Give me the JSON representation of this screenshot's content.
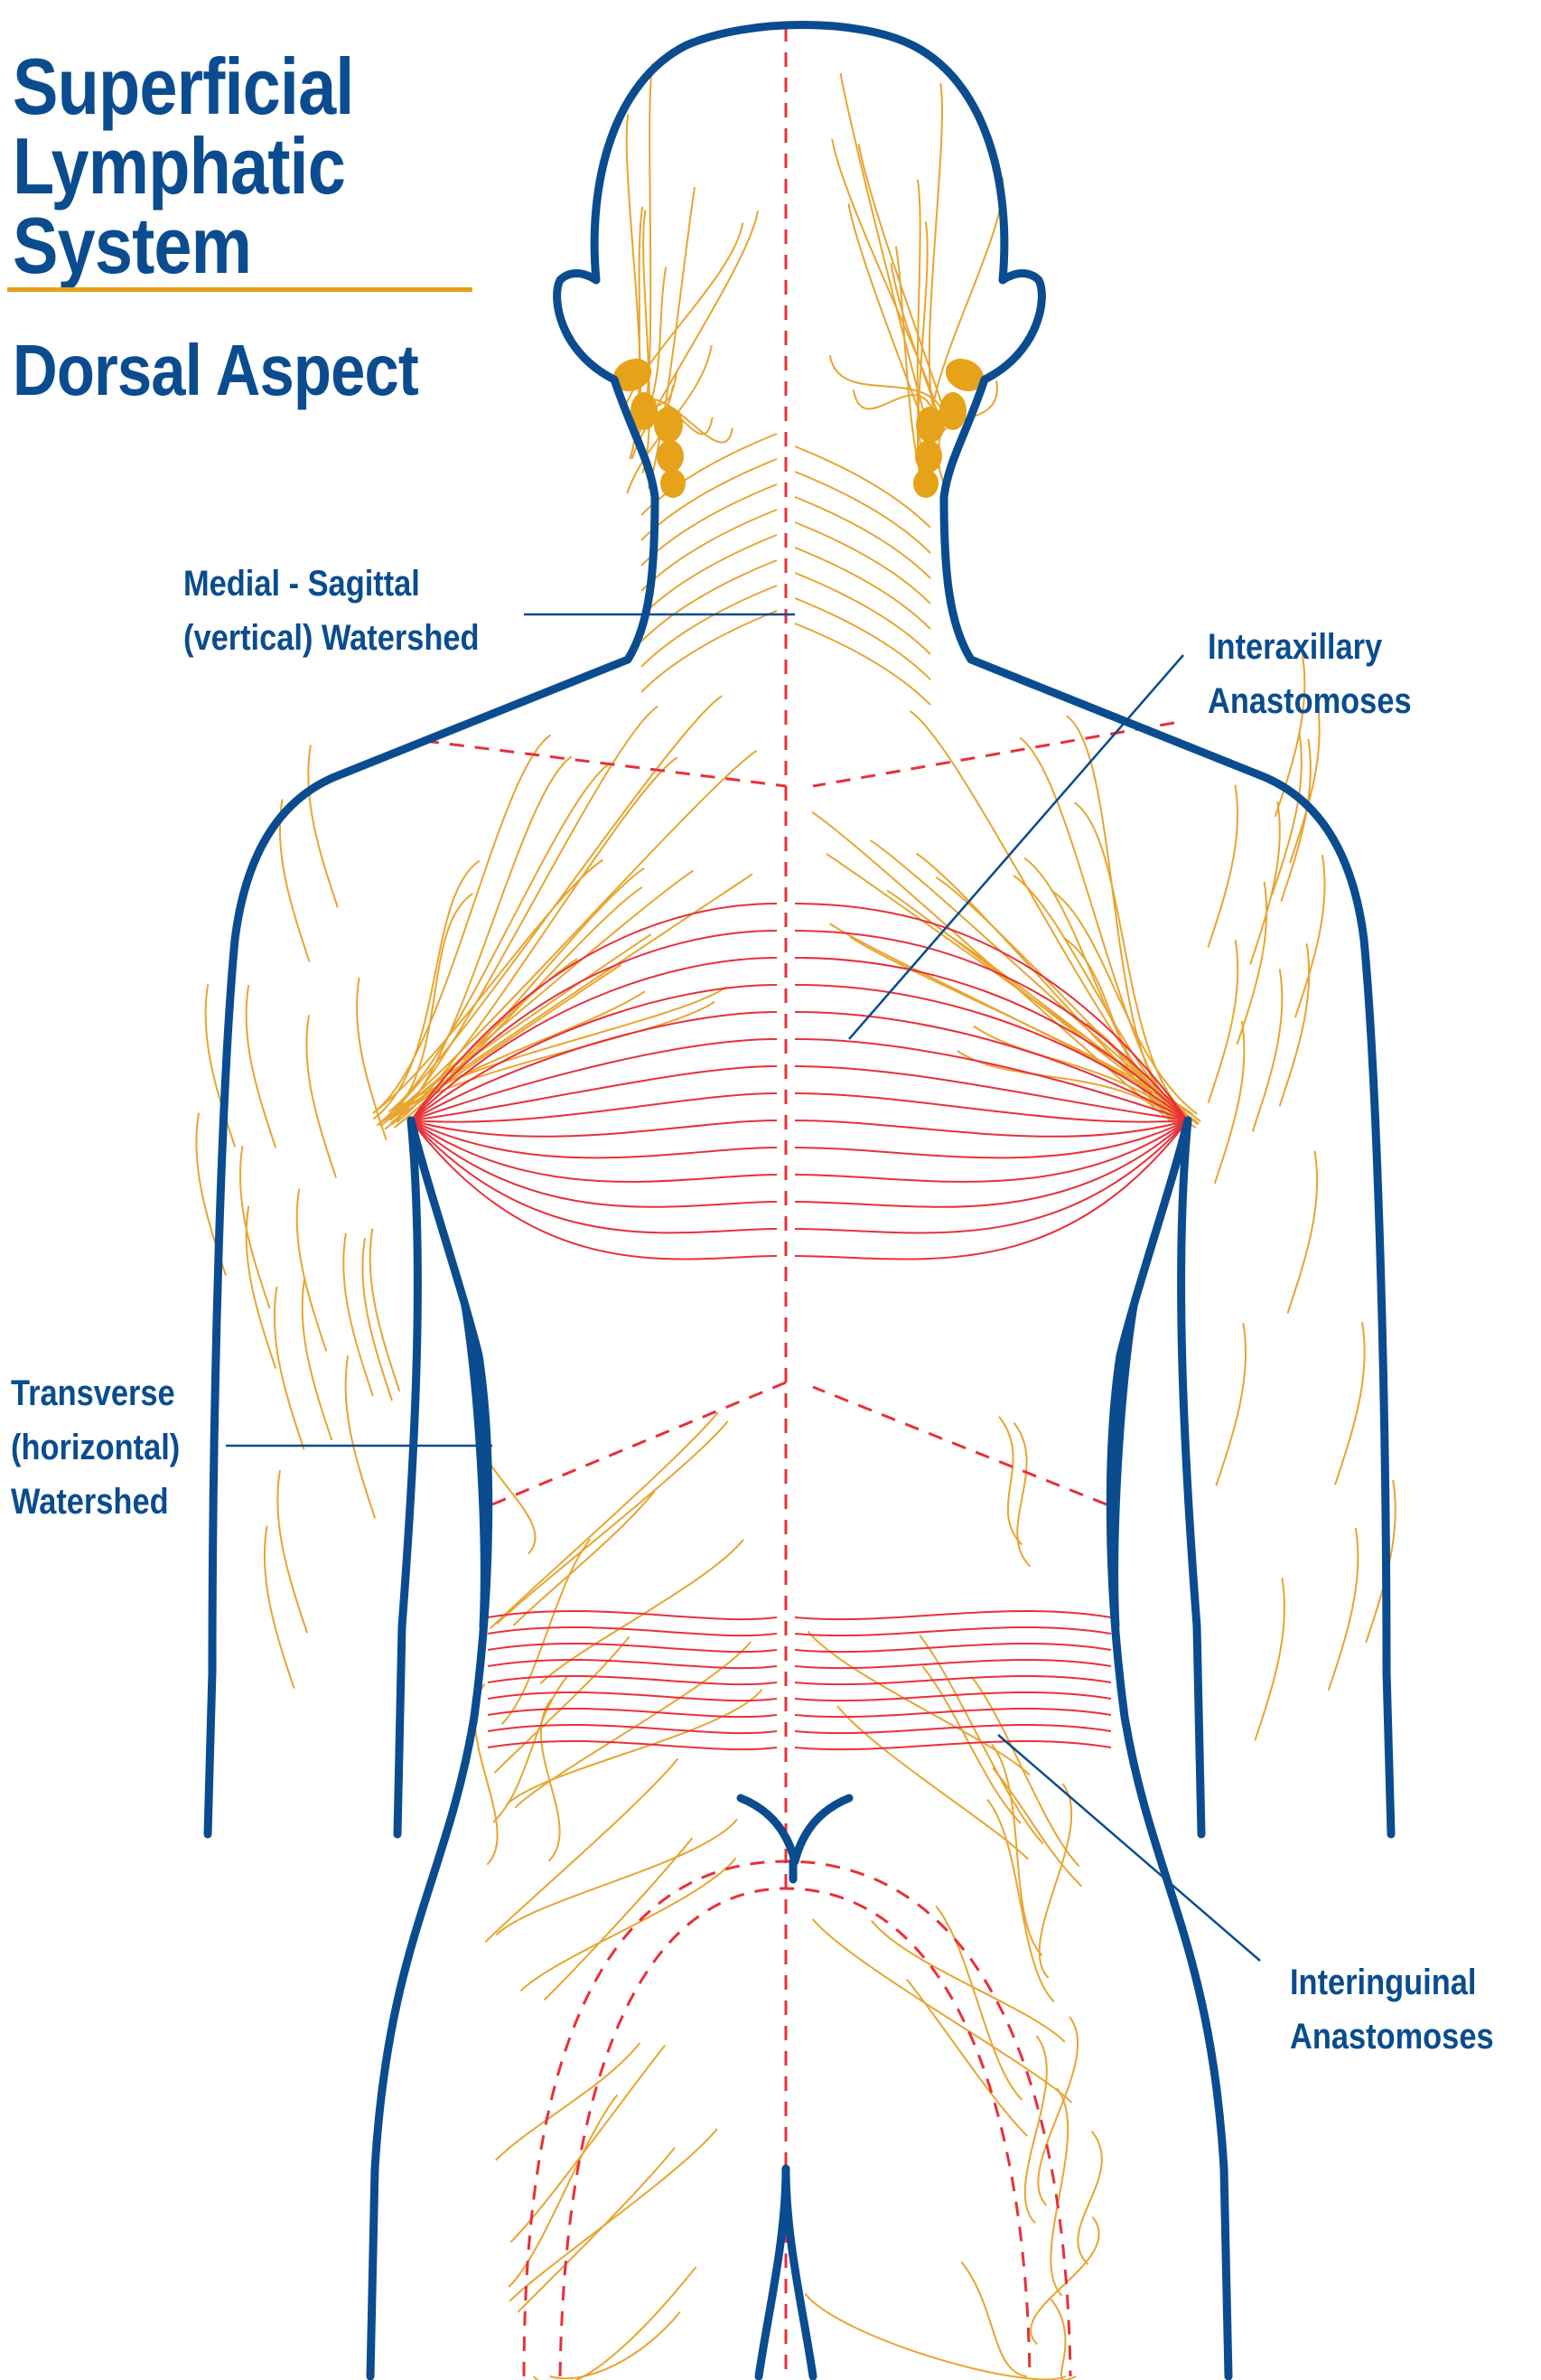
{
  "title": {
    "line1": "Superficial",
    "line2": "Lymphatic",
    "line3": "System",
    "subtitle": "Dorsal Aspect"
  },
  "labels": {
    "medial": {
      "line1": "Medial - Sagittal",
      "line2": "(vertical) Watershed"
    },
    "interaxillary": {
      "line1": "Interaxillary",
      "line2": "Anastomoses"
    },
    "transverse": {
      "line1": "Transverse",
      "line2": "(horizontal)",
      "line3": "Watershed"
    },
    "interinguinal": {
      "line1": "Interinguinal",
      "line2": "Anastomoses"
    }
  },
  "colors": {
    "outline": "#0a4c8f",
    "vessels": "#e8a530",
    "anastomoses": "#e8303a",
    "accent_rule": "#e6a219",
    "nodes": "#e6a219"
  }
}
